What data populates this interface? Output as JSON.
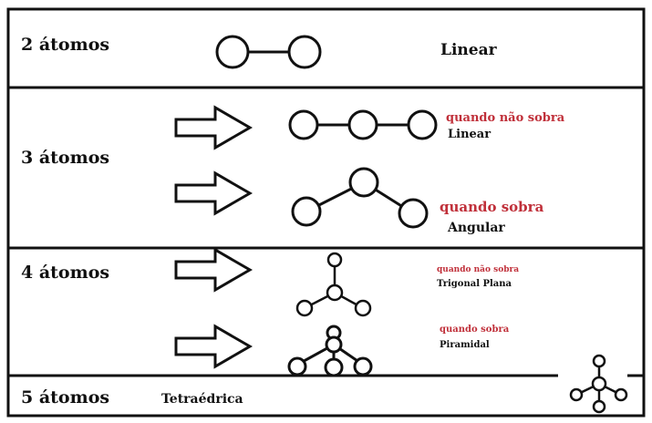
{
  "colors": {
    "border": "#111111",
    "text": "#111111",
    "condition": "#c0303a",
    "background": "#ffffff"
  },
  "rows": {
    "two": {
      "label": "2 átomos",
      "shape": "Linear"
    },
    "three": {
      "label": "3 átomos",
      "no_lone_pair": {
        "condition": "quando não sobra",
        "shape": "Linear"
      },
      "lone_pair": {
        "condition": "quando sobra",
        "shape": "Angular"
      }
    },
    "four": {
      "label": "4 átomos",
      "no_lone_pair": {
        "condition": "quando não sobra",
        "shape": "Trigonal Plana"
      },
      "lone_pair": {
        "condition": "quando sobra",
        "shape": "Piramidal"
      }
    },
    "five": {
      "label": "5 átomos",
      "shape": "Tetraédrica"
    }
  }
}
